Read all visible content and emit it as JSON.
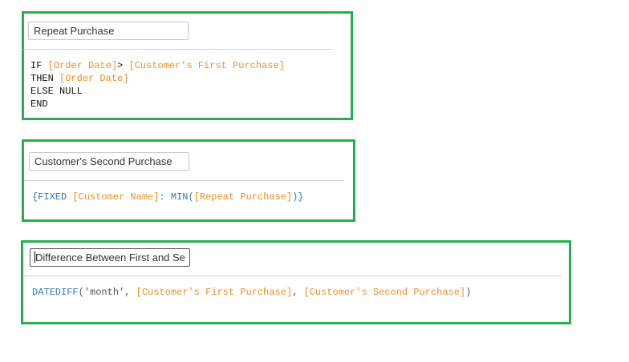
{
  "calcs": [
    {
      "name": "Repeat Purchase",
      "formula": {
        "l1_kw": "IF ",
        "l1_f1": "[Order Date]",
        "l1_op": "> ",
        "l1_f2": "[Customer's First Purchase]",
        "l2_kw": "THEN ",
        "l2_f": "[Order Date]",
        "l3": "ELSE NULL",
        "l4": "END"
      }
    },
    {
      "name": "Customer's Second Purchase",
      "formula": {
        "open": "{FIXED ",
        "f1": "[Customer Name]",
        "colon": ": ",
        "fn": "MIN(",
        "f2": "[Repeat Purchase]",
        "close": ")}"
      }
    },
    {
      "name": "Difference Between First and Se",
      "formula": {
        "fn": "DATEDIFF",
        "args": "('month', ",
        "f1": "[Customer's First Purchase]",
        "comma": ", ",
        "f2": "[Customer's Second Purchase]",
        "close": ")"
      }
    }
  ],
  "colors": {
    "highlight_border": "#22b14c",
    "field": "#f28e2b",
    "function": "#2f7ab8"
  }
}
